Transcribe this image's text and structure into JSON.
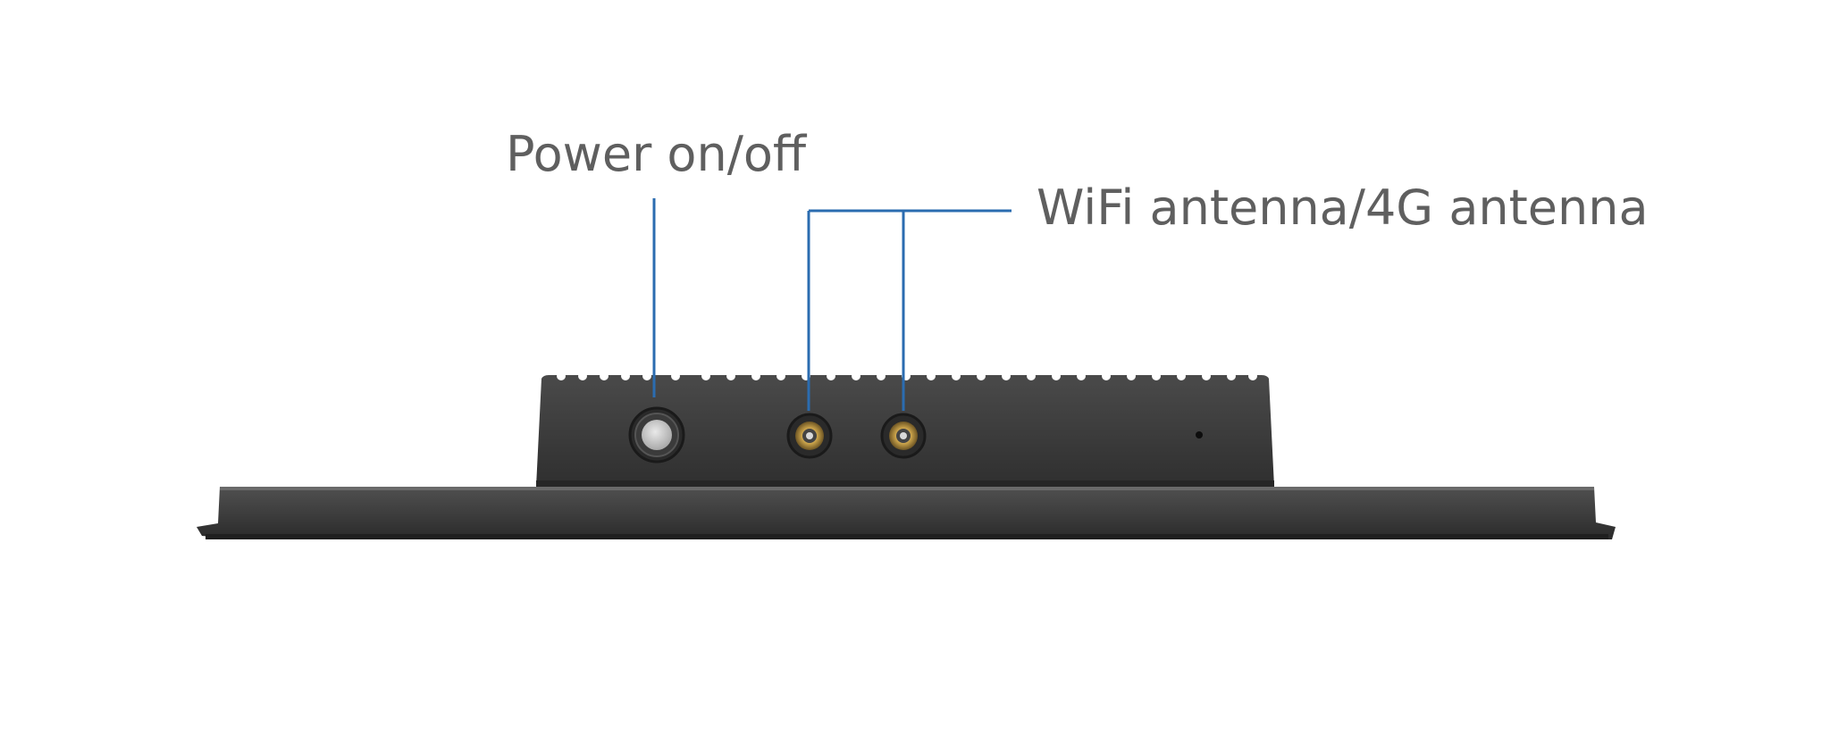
{
  "labels": {
    "power": "Power on/off",
    "antenna": "WiFi antenna/4G antenna"
  },
  "colors": {
    "callout_line": "#2b6cb0",
    "label_text": "#5f5f5f",
    "device_body": "#3a3a3a",
    "device_edge": "#2a2a2a",
    "port_ring": "#c9a24a",
    "button_cap": "#cfcfcf"
  },
  "components": {
    "power_button": "power-button",
    "antenna_ports": [
      "antenna-port-1",
      "antenna-port-2"
    ],
    "indicator": "indicator-hole"
  }
}
